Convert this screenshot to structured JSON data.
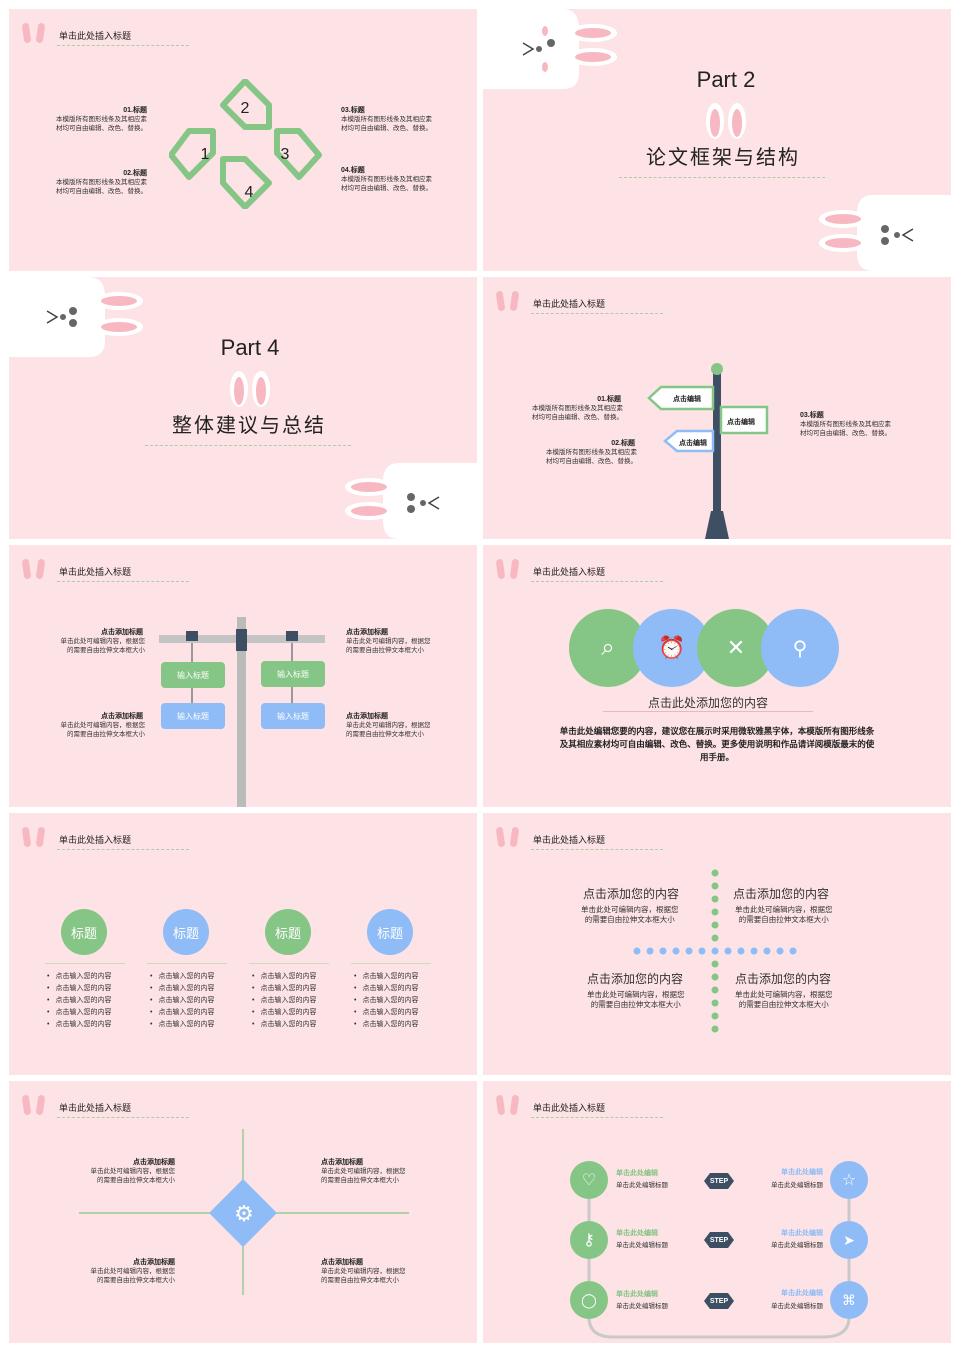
{
  "slide_title": "单击此处插入标题",
  "slide1": {
    "numbers": [
      "1",
      "2",
      "3",
      "4"
    ],
    "items": [
      {
        "title": "01.标题",
        "body": [
          "本模版所有图形线条及其相应素",
          "材均可自由编辑、改色、替换。"
        ]
      },
      {
        "title": "02.标题",
        "body": [
          "本模版所有图形线条及其相应素",
          "材均可自由编辑、改色、替换。"
        ]
      },
      {
        "title": "03.标题",
        "body": [
          "本模版所有图形线条及其相应素",
          "材均可自由编辑、改色、替换。"
        ]
      },
      {
        "title": "04.标题",
        "body": [
          "本模版所有图形线条及其相应素",
          "材均可自由编辑、改色、替换。"
        ]
      }
    ]
  },
  "slide2": {
    "part": "Part 2",
    "title": "论文框架与结构"
  },
  "slide3": {
    "part": "Part 4",
    "title": "整体建议与总结"
  },
  "slide4": {
    "signs": [
      "点击编辑",
      "点击编辑",
      "点击编辑"
    ],
    "items": [
      {
        "title": "01.标题",
        "body": [
          "本模版所有图形线条及其相应素",
          "材均可自由编辑、改色、替换。"
        ]
      },
      {
        "title": "02.标题",
        "body": [
          "本模版所有图形线条及其相应素",
          "材均可自由编辑、改色、替换。"
        ]
      },
      {
        "title": "03.标题",
        "body": [
          "本模版所有图形线条及其相应素",
          "材均可自由编辑、改色、替换。"
        ]
      }
    ]
  },
  "slide5": {
    "signs": [
      "输入标题",
      "输入标题",
      "输入标题",
      "输入标题"
    ],
    "items": [
      {
        "title": "点击添加标题",
        "body": [
          "单击此处可编辑内容，根据您",
          "的需要自由拉伸文本框大小"
        ]
      },
      {
        "title": "点击添加标题",
        "body": [
          "单击此处可编辑内容，根据您",
          "的需要自由拉伸文本框大小"
        ]
      },
      {
        "title": "点击添加标题",
        "body": [
          "单击此处可编辑内容，根据您",
          "的需要自由拉伸文本框大小"
        ]
      },
      {
        "title": "点击添加标题",
        "body": [
          "单击此处可编辑内容，根据您",
          "的需要自由拉伸文本框大小"
        ]
      }
    ]
  },
  "slide6": {
    "heading": "点击此处添加您的内容",
    "body": [
      "单击此处编辑您要的内容，建议您在展示时采用微软雅黑字体，本模版所有图形线条",
      "及其相应素材均可自由编辑、改色、替换。更多使用说明和作品请详阅模版最末的使",
      "用手册。"
    ],
    "icons": [
      "search-icon",
      "alarm-icon",
      "tools-icon",
      "lamp-icon"
    ]
  },
  "slide7": {
    "circles": [
      "标题",
      "标题",
      "标题",
      "标题"
    ],
    "bullet": "点击输入您的内容"
  },
  "slide8": {
    "items": [
      {
        "title": "点击添加您的内容",
        "body": [
          "单击此处可编辑内容，根据您",
          "的需要自由拉伸文本框大小"
        ]
      },
      {
        "title": "点击添加您的内容",
        "body": [
          "单击此处可编辑内容，根据您",
          "的需要自由拉伸文本框大小"
        ]
      },
      {
        "title": "点击添加您的内容",
        "body": [
          "单击此处可编辑内容，根据您",
          "的需要自由拉伸文本框大小"
        ]
      },
      {
        "title": "点击添加您的内容",
        "body": [
          "单击此处可编辑内容，根据您",
          "的需要自由拉伸文本框大小"
        ]
      }
    ]
  },
  "slide9": {
    "items": [
      {
        "title": "点击添加标题",
        "body": [
          "单击此处可编辑内容，根据您",
          "的需要自由拉伸文本框大小"
        ]
      },
      {
        "title": "点击添加标题",
        "body": [
          "单击此处可编辑内容，根据您",
          "的需要自由拉伸文本框大小"
        ]
      },
      {
        "title": "点击添加标题",
        "body": [
          "单击此处可编辑内容，根据您",
          "的需要自由拉伸文本框大小"
        ]
      },
      {
        "title": "点击添加标题",
        "body": [
          "单击此处可编辑内容，根据您",
          "的需要自由拉伸文本框大小"
        ]
      }
    ]
  },
  "slide10": {
    "step": "STEP",
    "edit_label": "单击此处编辑",
    "edit_title": "单击此处编辑标题",
    "colors": {
      "green": "#85c585",
      "blue": "#8fbcf6",
      "dark": "#3f4f63",
      "pink": "#fde3e5"
    }
  }
}
